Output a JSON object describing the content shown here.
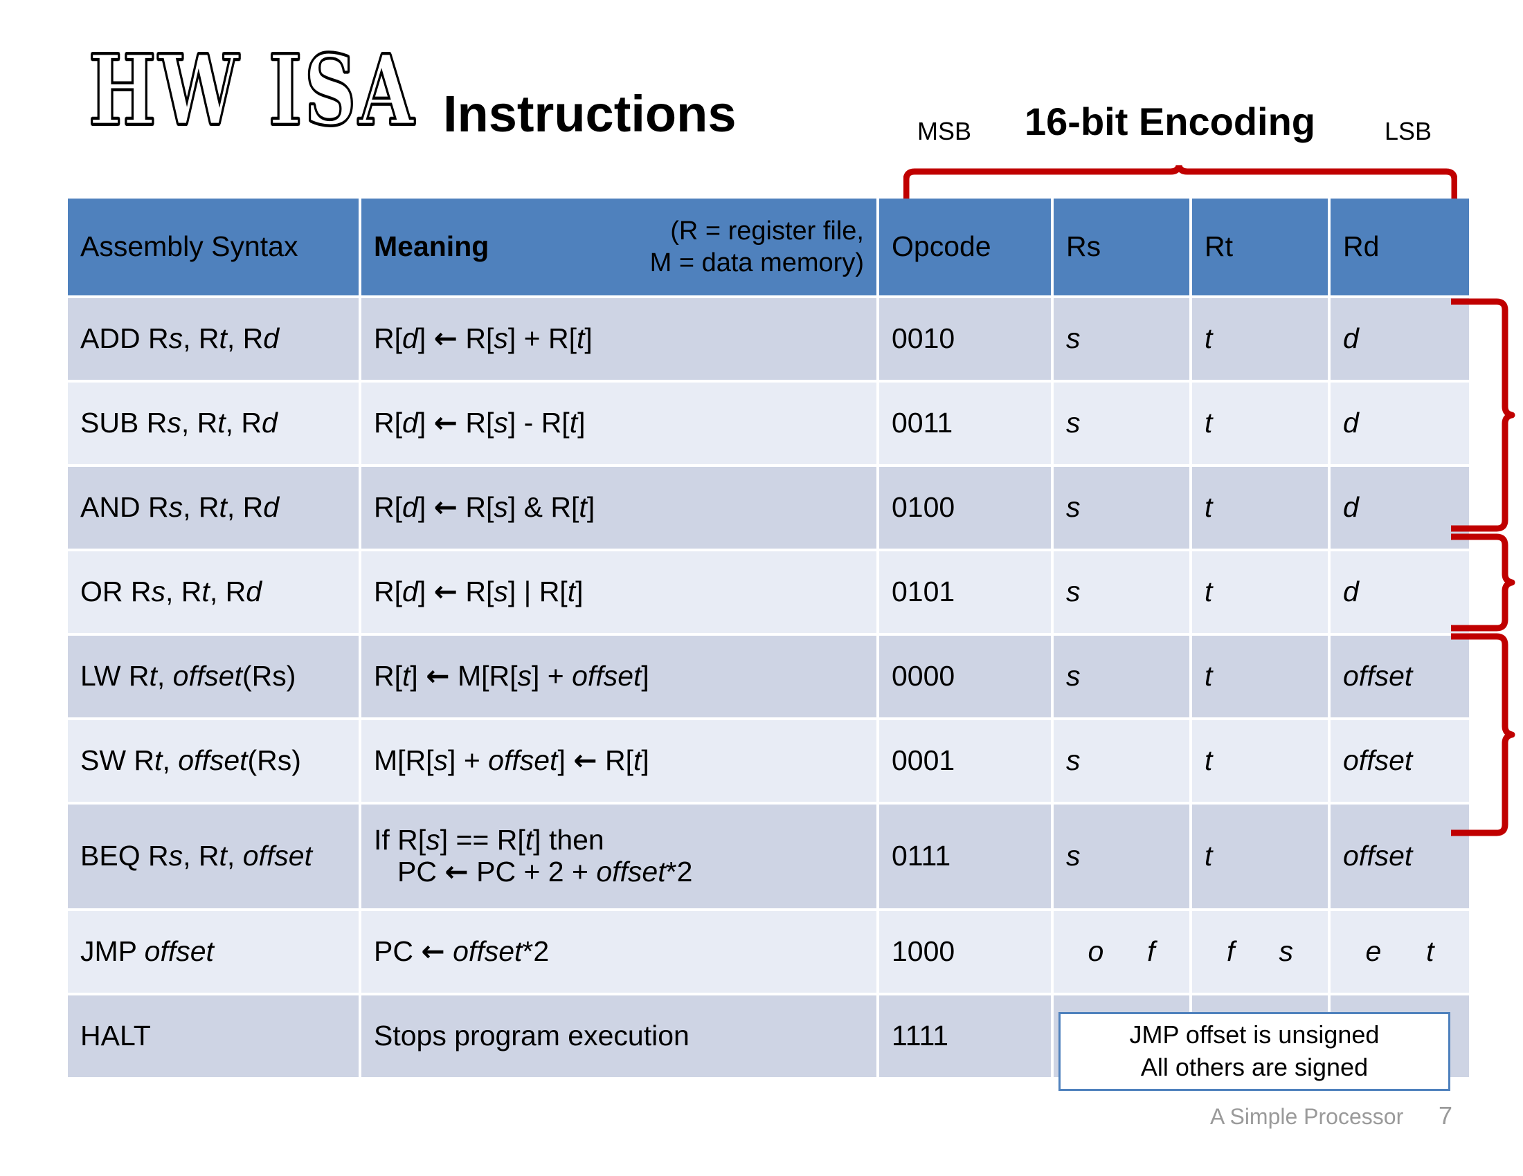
{
  "slide": {
    "logo": "HW ISA",
    "title": "Instructions",
    "encoding_title": "16-bit Encoding",
    "msb_label": "MSB",
    "lsb_label": "LSB"
  },
  "table": {
    "headers": {
      "syntax": "Assembly Syntax",
      "meaning": "Meaning",
      "meaning_note_line1": "(R = register file,",
      "meaning_note_line2": "M = data memory)",
      "opcode": "Opcode",
      "rs": "Rs",
      "rt": "Rt",
      "rd": "Rd"
    },
    "rows": [
      {
        "syntax_plain1": "ADD R",
        "syntax_it1": "s",
        "syntax_plain2": ", R",
        "syntax_it2": "t",
        "syntax_plain3": ", R",
        "syntax_it3": "d",
        "meaning": "R[d] ← R[s] + R[t]",
        "opcode": "0010",
        "rs": "s",
        "rt": "t",
        "rd": "d"
      },
      {
        "syntax_plain1": "SUB R",
        "syntax_it1": "s",
        "syntax_plain2": ", R",
        "syntax_it2": "t",
        "syntax_plain3": ", R",
        "syntax_it3": "d",
        "meaning": "R[d] ← R[s] - R[t]",
        "opcode": "0011",
        "rs": "s",
        "rt": "t",
        "rd": "d"
      },
      {
        "syntax_plain1": "AND R",
        "syntax_it1": "s",
        "syntax_plain2": ", R",
        "syntax_it2": "t",
        "syntax_plain3": ", R",
        "syntax_it3": "d",
        "meaning": "R[d] ← R[s] & R[t]",
        "opcode": "0100",
        "rs": "s",
        "rt": "t",
        "rd": "d"
      },
      {
        "syntax_plain1": "OR R",
        "syntax_it1": "s",
        "syntax_plain2": ", R",
        "syntax_it2": "t",
        "syntax_plain3": ", R",
        "syntax_it3": "d",
        "meaning": "R[d] ← R[s] | R[t]",
        "opcode": "0101",
        "rs": "s",
        "rt": "t",
        "rd": "d"
      },
      {
        "syntax_plain1": "LW R",
        "syntax_it1": "t",
        "syntax_plain2": ", ",
        "syntax_it2": "offset",
        "syntax_plain3": "(Rs)",
        "syntax_it3": "",
        "meaning": "R[t] ← M[R[s] + offset]",
        "opcode": "0000",
        "rs": "s",
        "rt": "t",
        "rd": "offset"
      },
      {
        "syntax_plain1": "SW R",
        "syntax_it1": "t",
        "syntax_plain2": ", ",
        "syntax_it2": "offset",
        "syntax_plain3": "(Rs)",
        "syntax_it3": "",
        "meaning": "M[R[s] + offset] ← R[t]",
        "opcode": "0001",
        "rs": "s",
        "rt": "t",
        "rd": "offset"
      },
      {
        "syntax_plain1": "BEQ R",
        "syntax_it1": "s",
        "syntax_plain2": ", R",
        "syntax_it2": "t",
        "syntax_plain3": ", ",
        "syntax_it3": "offset",
        "meaning_line1": "If R[s] == R[t] then",
        "meaning_line2": "PC ← PC + 2 + offset*2",
        "opcode": "0111",
        "rs": "s",
        "rt": "t",
        "rd": "offset"
      },
      {
        "syntax_plain1": "JMP ",
        "syntax_it1": "offset",
        "syntax_plain2": "",
        "syntax_it2": "",
        "syntax_plain3": "",
        "syntax_it3": "",
        "meaning": "PC ← offset*2",
        "opcode": "1000",
        "rs_letters": [
          "o",
          "f"
        ],
        "rt_letters": [
          "f",
          "s"
        ],
        "rd_letters": [
          "e",
          "t"
        ]
      },
      {
        "syntax_plain1": "HALT",
        "syntax_it1": "",
        "syntax_plain2": "",
        "syntax_it2": "",
        "syntax_plain3": "",
        "syntax_it3": "",
        "meaning": "Stops program execution",
        "opcode": "1111",
        "rs": "",
        "rt": "",
        "rd": ""
      }
    ]
  },
  "callout": {
    "line1": "JMP offset is unsigned",
    "line2": "All others are signed"
  },
  "footer": {
    "note": "A Simple Processor",
    "page": "7"
  },
  "colors": {
    "header_blue": "#4F81BD",
    "row_dark": "#CED4E4",
    "row_light": "#E8ECF5",
    "brace_red": "#C00000",
    "footer_gray": "#9A9A9A"
  }
}
